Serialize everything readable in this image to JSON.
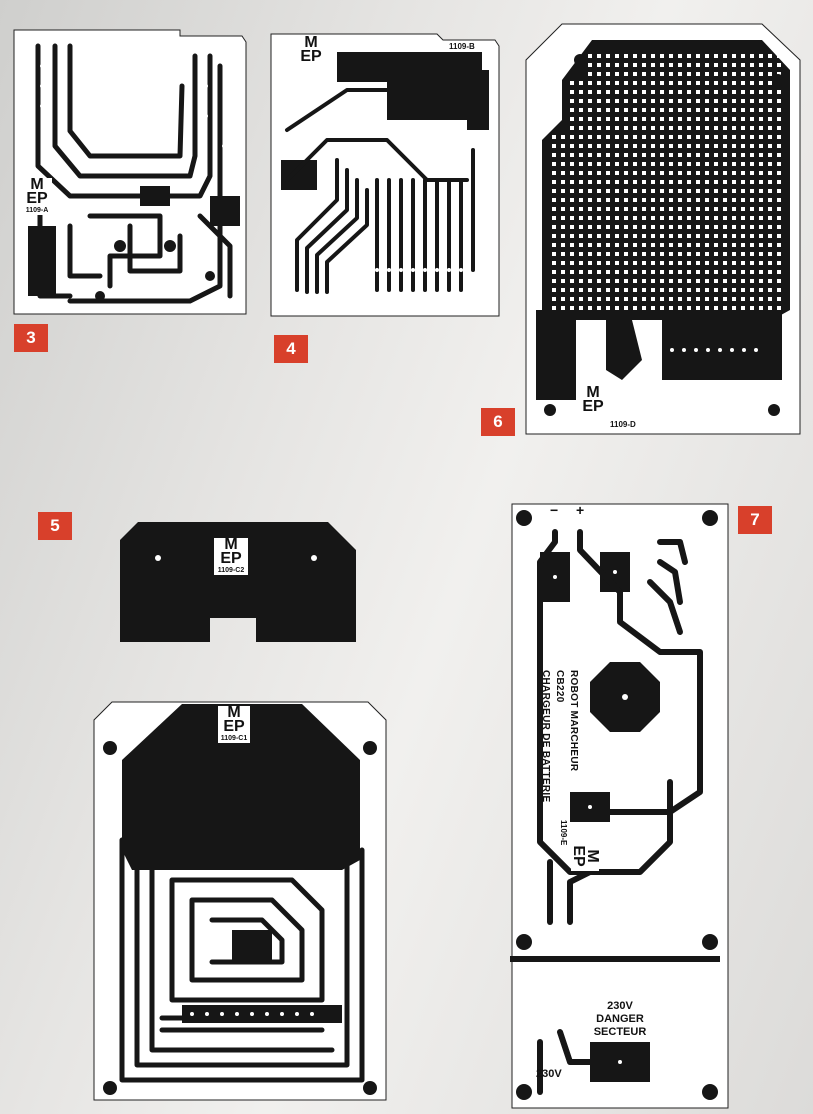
{
  "figures": [
    {
      "label": "3",
      "board_code": "1109-A",
      "logo_m": "M",
      "logo_ep": "EP"
    },
    {
      "label": "4",
      "board_code": "1109-B",
      "logo_m": "M",
      "logo_ep": "EP"
    },
    {
      "label": "5",
      "codes": [
        "1109-C2",
        "1109-C1"
      ],
      "logo_m": "M",
      "logo_ep": "EP"
    },
    {
      "label": "6",
      "board_code": "1109-D",
      "logo_m": "M",
      "logo_ep": "EP"
    },
    {
      "label": "7",
      "board_code": "1109-E",
      "logo_m": "M",
      "logo_ep": "EP",
      "title_lines": [
        "ROBOT MARCHEUR",
        "CB220",
        "CHARGEUR DE BATTERIE"
      ],
      "minus": "−",
      "plus": "+",
      "warning_top": "230V",
      "warning_mid": "DANGER",
      "warning_bottom": "SECTEUR",
      "mains_label": "230V"
    }
  ],
  "colors": {
    "copper": "#161616",
    "board": "#ffffff",
    "label_bg": "#d8402b",
    "page": "#dcdbd9"
  }
}
